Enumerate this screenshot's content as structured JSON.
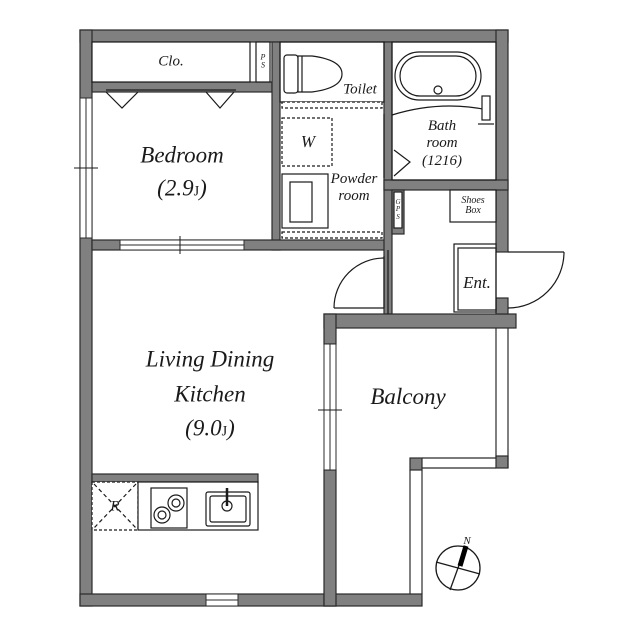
{
  "plan": {
    "type": "apartment floor plan",
    "layout": "1LDK",
    "colors": {
      "wall": "#808080",
      "wall_outline": "#2b2b2b",
      "floor": "#ffffff",
      "background": "#ffffff",
      "line": "#1a1a1a",
      "compass_needle": "#000000"
    },
    "rooms": {
      "closet": {
        "label": "Clo."
      },
      "pipe_space_1": {
        "label": "P S"
      },
      "toilet": {
        "label": "Toilet"
      },
      "bathroom": {
        "line1": "Bath",
        "line2": "room",
        "line3": "(1216)"
      },
      "bedroom": {
        "line1": "Bedroom",
        "size": "(2.9",
        "unit": "J",
        "close": ")"
      },
      "washer": {
        "label": "W"
      },
      "powder_room": {
        "line1": "Powder",
        "line2": "room"
      },
      "gas_pipe_space": {
        "label": "G P S"
      },
      "shoes_box": {
        "line1": "Shoes",
        "line2": "Box"
      },
      "entrance": {
        "label": "Ent."
      },
      "ldk": {
        "line1": "Living Dining",
        "line2": "Kitchen",
        "size": "(9.0",
        "unit": "J",
        "close": ")"
      },
      "refrigerator": {
        "label": "R"
      },
      "balcony": {
        "label": "Balcony"
      }
    },
    "compass": {
      "label": "N",
      "icon": "north-arrow-icon"
    },
    "fixtures": [
      "bathtub",
      "toilet",
      "washbasin",
      "washing-machine-space",
      "refrigerator-space",
      "two-burner-stove",
      "kitchen-sink"
    ]
  }
}
